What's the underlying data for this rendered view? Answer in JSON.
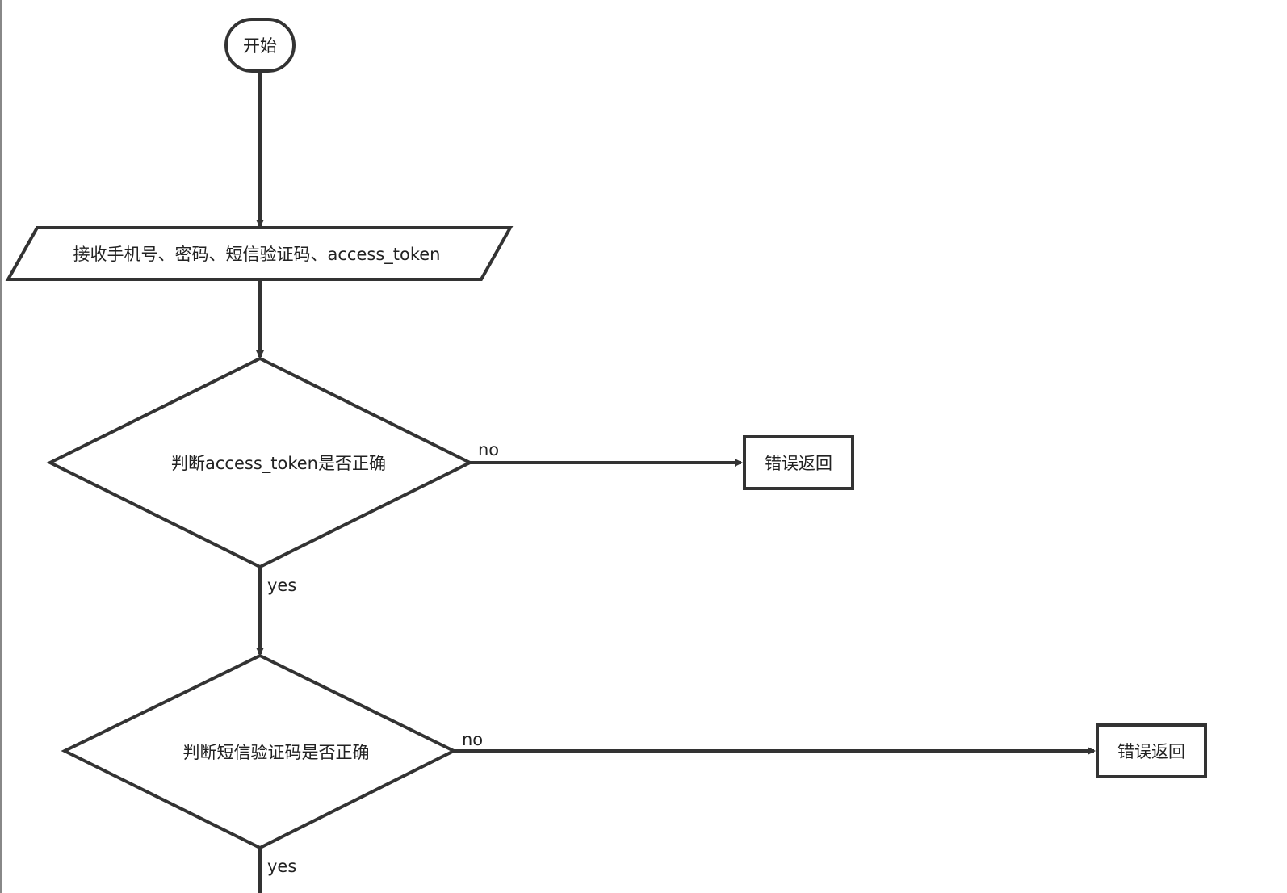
{
  "diagram": {
    "nodes": {
      "start": "开始",
      "input": "接收手机号、密码、短信验证码、access_token",
      "decision_token": "判断access_token是否正确",
      "error_token": "错误返回",
      "decision_sms": "判断短信验证码是否正确",
      "error_sms": "错误返回"
    },
    "edges": {
      "token_no": "no",
      "token_yes": "yes",
      "sms_no": "no",
      "sms_yes": "yes"
    }
  },
  "colors": {
    "stroke": "#333333",
    "text": "#222222",
    "background": "#ffffff"
  }
}
